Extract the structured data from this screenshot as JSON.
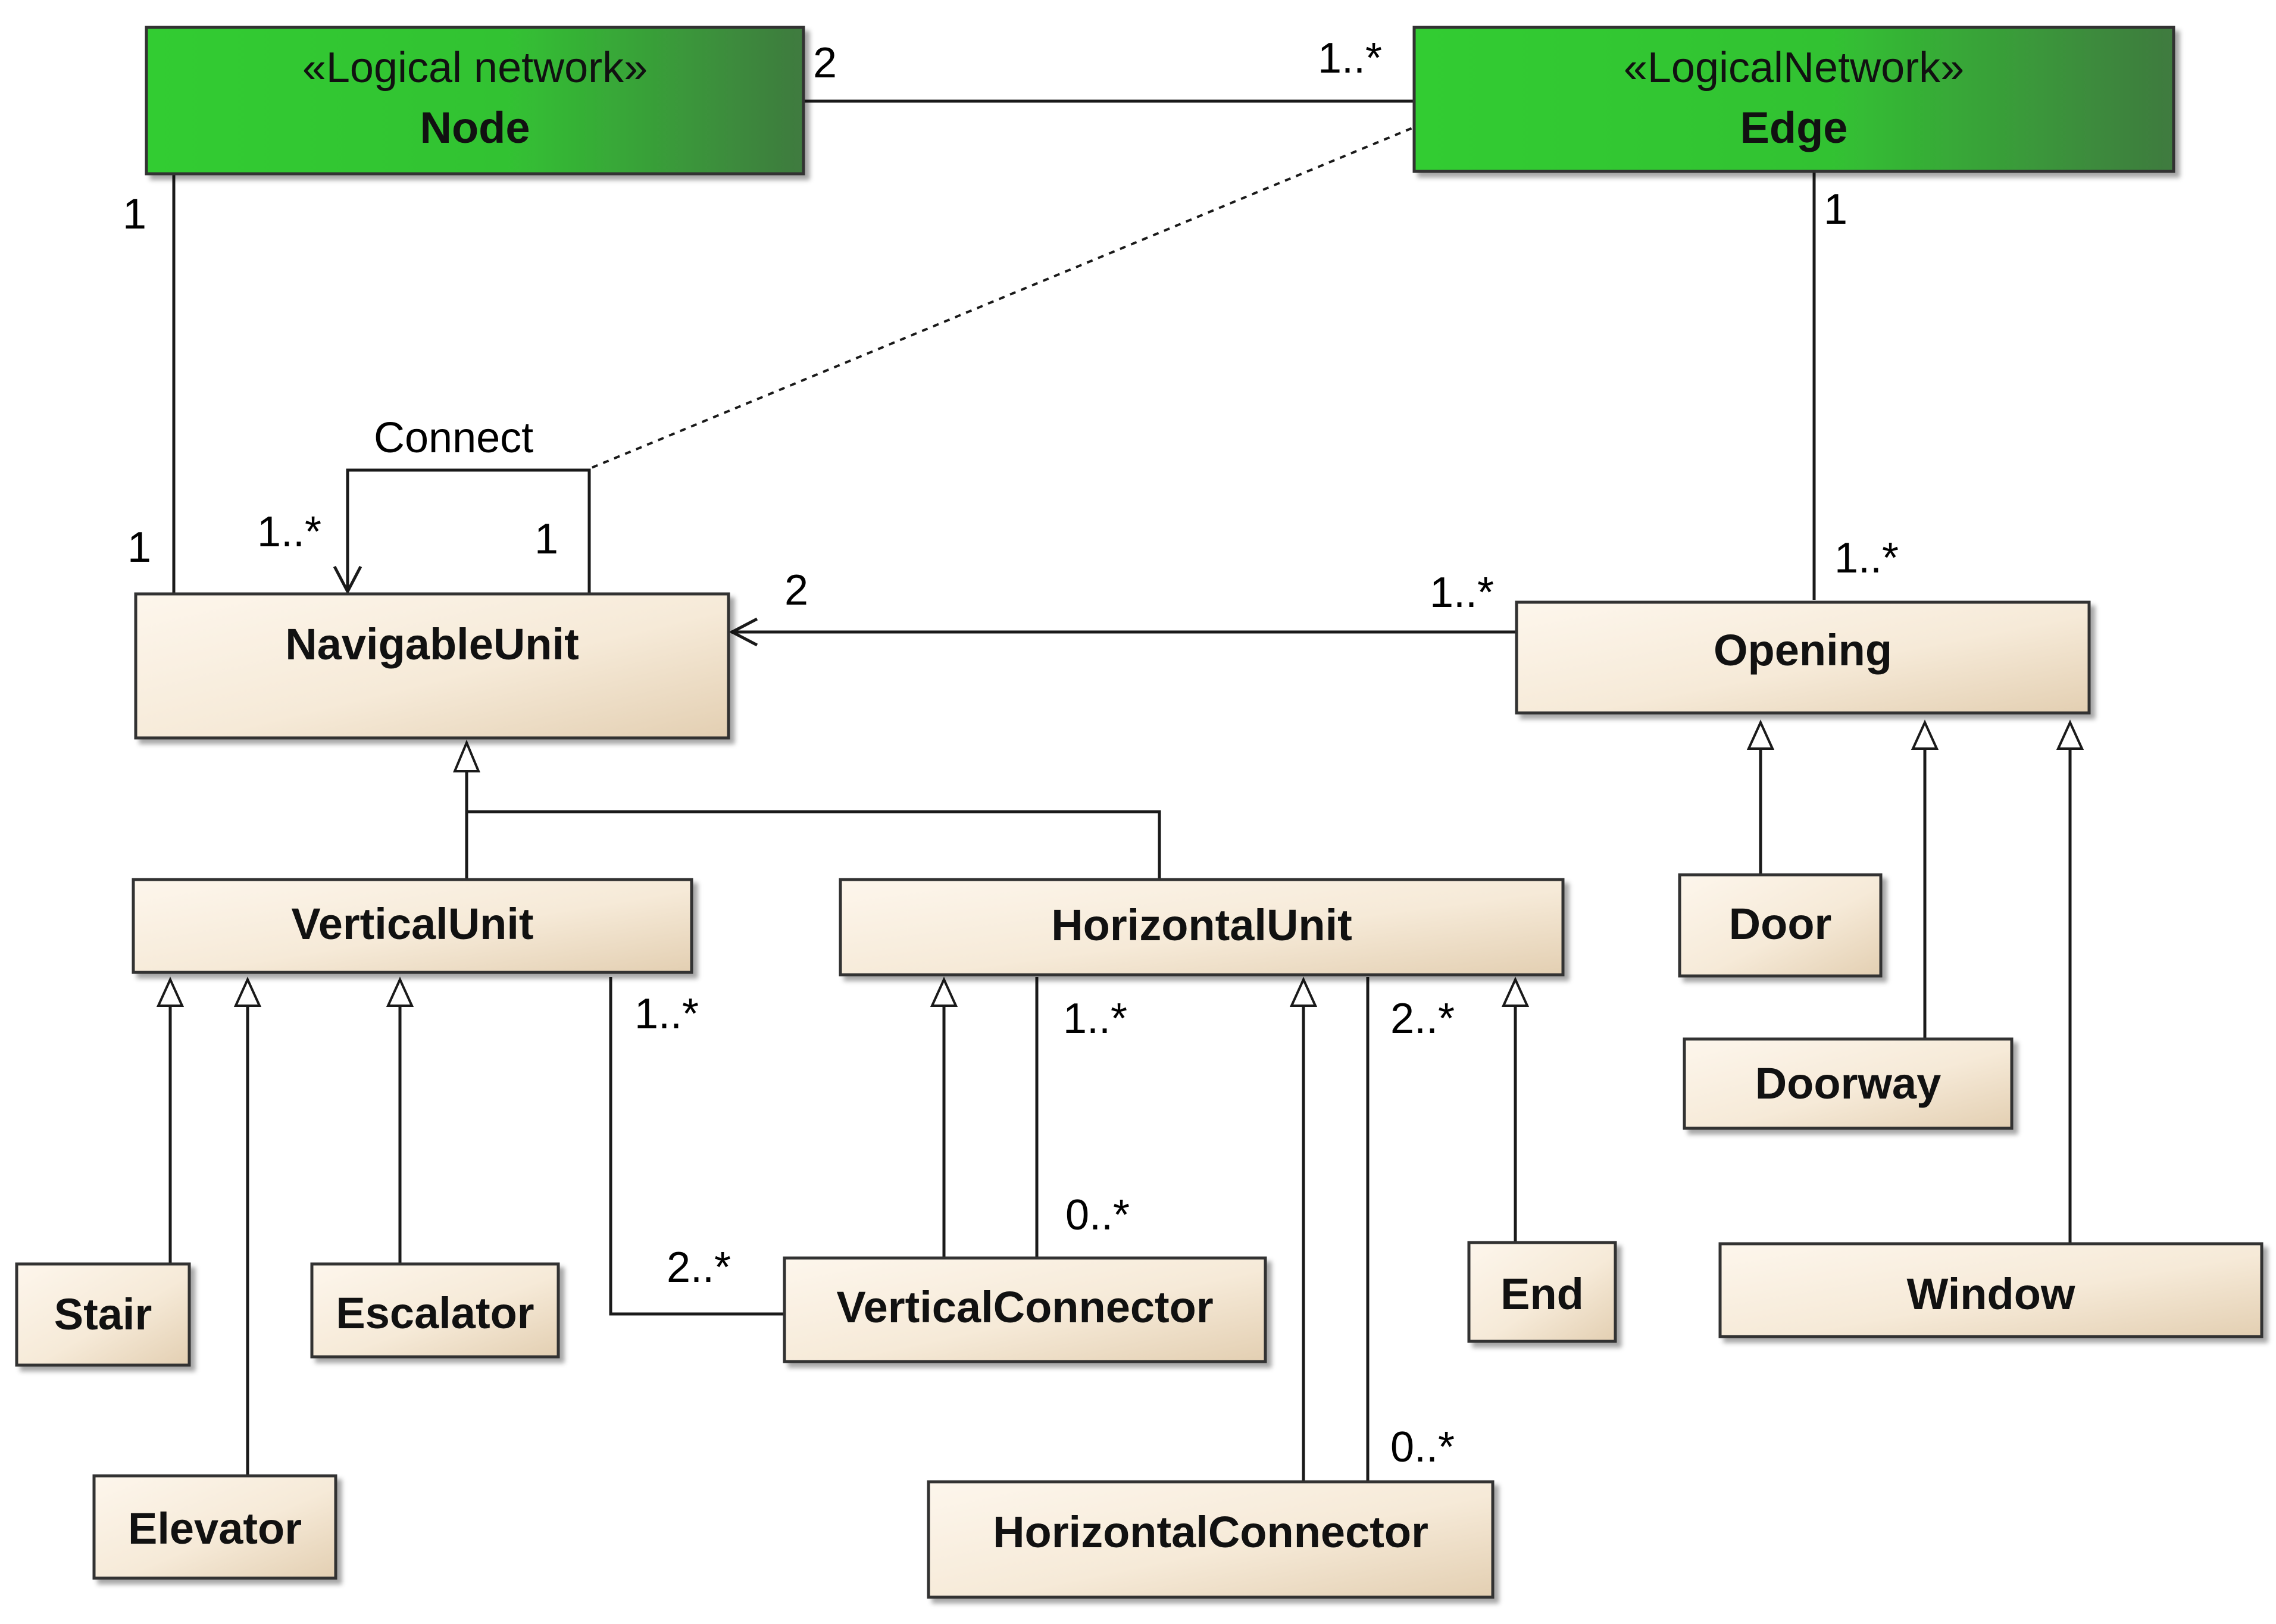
{
  "colors": {
    "class_fill_light": "#fbf3e7",
    "class_fill_dark": "#e6d3b8",
    "stereo_fill_light": "#33cc33",
    "stereo_fill_dark": "#3d7a3d",
    "line": "#1a1a1a"
  },
  "classes": {
    "node": {
      "stereotype": "«Logical network»",
      "name": "Node"
    },
    "edge": {
      "stereotype": "«LogicalNetwork»",
      "name": "Edge"
    },
    "navigable_unit": {
      "name": "NavigableUnit"
    },
    "opening": {
      "name": "Opening"
    },
    "vertical_unit": {
      "name": "VerticalUnit"
    },
    "horizontal_unit": {
      "name": "HorizontalUnit"
    },
    "door": {
      "name": "Door"
    },
    "doorway": {
      "name": "Doorway"
    },
    "window": {
      "name": "Window"
    },
    "stair": {
      "name": "Stair"
    },
    "escalator": {
      "name": "Escalator"
    },
    "elevator": {
      "name": "Elevator"
    },
    "vertical_connector": {
      "name": "VerticalConnector"
    },
    "horizontal_connector": {
      "name": "HorizontalConnector"
    },
    "end": {
      "name": "End"
    }
  },
  "associations": {
    "node_edge": {
      "node_end": "2",
      "edge_end": "1..*"
    },
    "node_navigable": {
      "node_end": "1",
      "navigable_end": "1"
    },
    "connect": {
      "label": "Connect",
      "target_end": "1..*",
      "source_end": "1"
    },
    "edge_opening": {
      "edge_end": "1",
      "opening_end": "1..*"
    },
    "opening_navigable": {
      "navigable_end": "2",
      "opening_end": "1..*"
    },
    "verticalunit_vconnector": {
      "unit_end": "1..*",
      "connector_end": "2..*"
    },
    "horizontalunit_vconnector": {
      "unit_end": "1..*",
      "connector_end": "0..*"
    },
    "horizontalunit_hconnector": {
      "unit_end": "2..*",
      "connector_end": "0..*"
    }
  }
}
